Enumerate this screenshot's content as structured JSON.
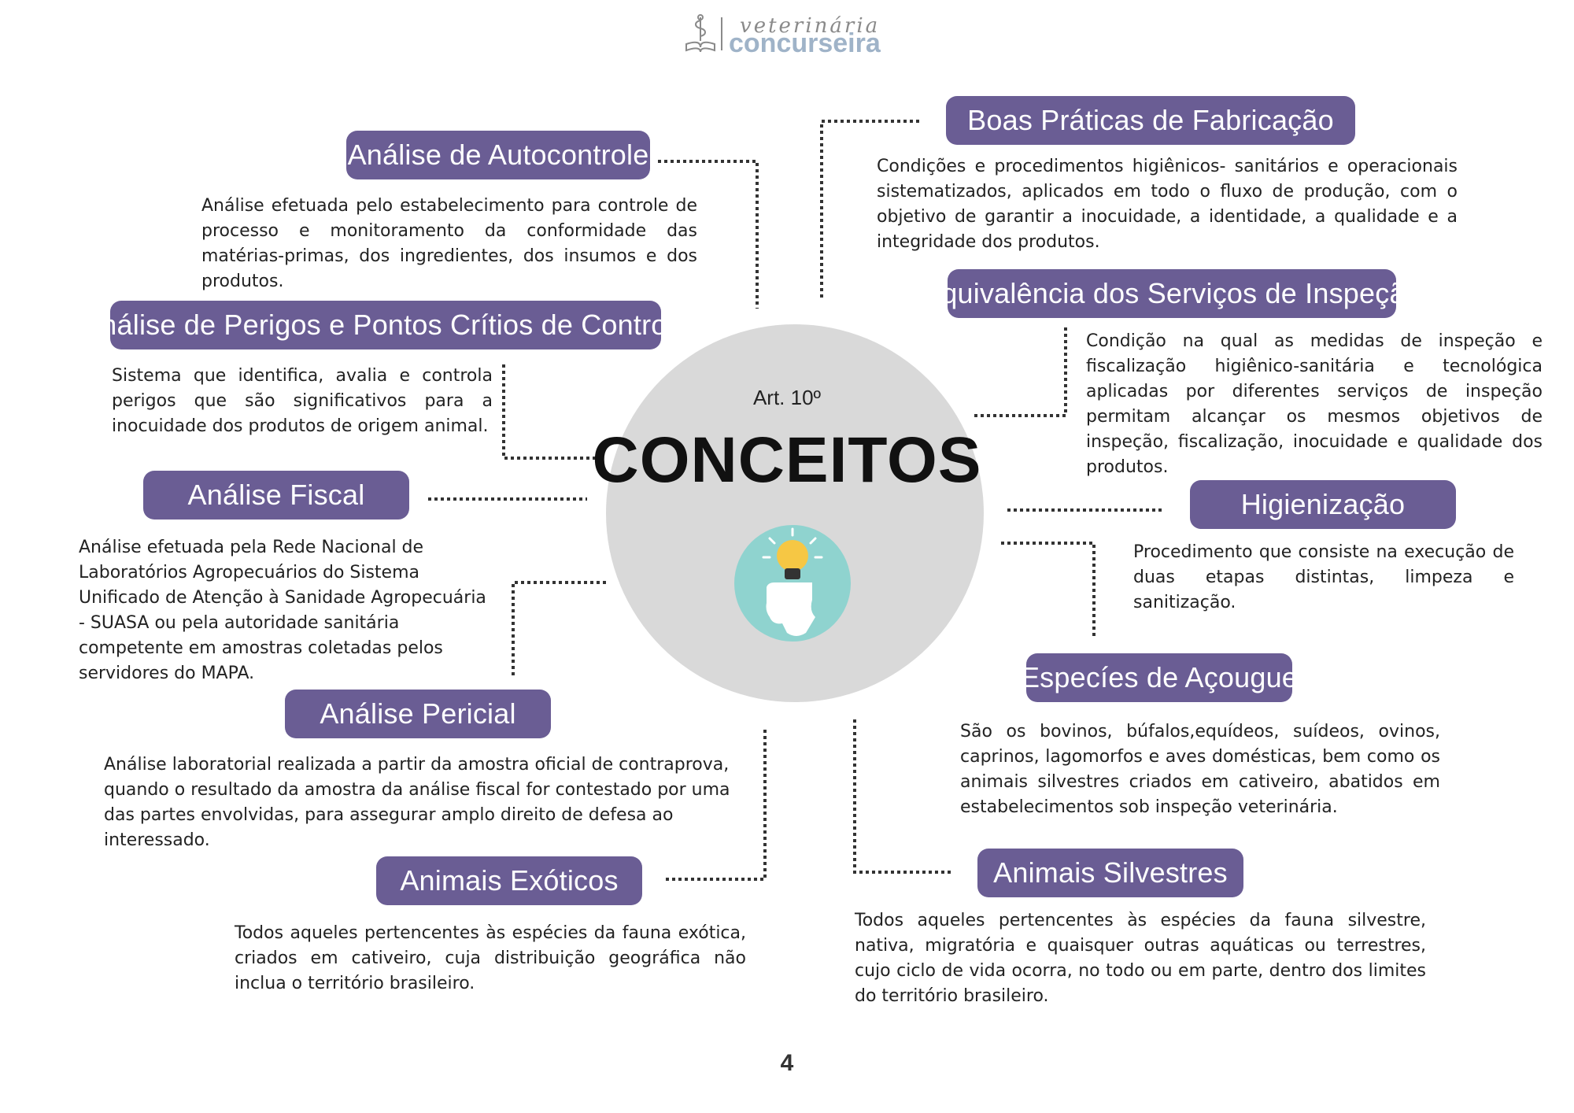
{
  "logo": {
    "line1": "veterinária",
    "line2": "concurseira"
  },
  "center": {
    "article": "Art. 10º",
    "title": "CONCEITOS"
  },
  "page_number": "4",
  "colors": {
    "pill": "#6a5d94",
    "circle": "#d9d9d9",
    "icon_bg": "#8fd3cf",
    "bulb": "#f6c744"
  },
  "concepts": {
    "autocontrole": {
      "title": "Análise de Autocontrole",
      "text": "Análise efetuada pelo estabelecimento para controle de processo e monitoramento da conformidade das matérias-primas, dos ingredientes, dos insumos e dos produtos."
    },
    "appcc": {
      "title": "Análise de Perigos e Pontos Crítios de Controle",
      "text": "Sistema que identifica, avalia e controla perigos que são significativos para a inocuidade dos produtos de origem animal."
    },
    "fiscal": {
      "title": "Análise Fiscal",
      "text": "Análise efetuada pela Rede Nacional de Laboratórios Agropecuários do Sistema Unificado de Atenção à Sanidade Agropecuária - SUASA ou pela autoridade sanitária competente em amostras coletadas pelos servidores do MAPA."
    },
    "pericial": {
      "title": "Análise Pericial",
      "text": "Análise laboratorial realizada a partir da amostra oficial de contraprova, quando o resultado da amostra da análise fiscal for contestado por uma das partes envolvidas, para assegurar amplo direito de defesa ao interessado."
    },
    "exoticos": {
      "title": "Animais Exóticos",
      "text": "Todos aqueles pertencentes às espécies da fauna exótica, criados em cativeiro, cuja distribuição geográfica não inclua o território brasileiro."
    },
    "bpf": {
      "title": "Boas Práticas de Fabricação",
      "text": "Condições e procedimentos higiênicos- sanitários e operacionais sistematizados, aplicados em todo o fluxo de produção, com o objetivo de garantir a inocuidade, a identidade, a qualidade e a integridade dos produtos."
    },
    "equivalencia": {
      "title": "Equivalência dos Serviços de Inspeção",
      "text": "Condição na qual as medidas de inspeção e fiscalização higiênico-sanitária e tecnológica aplicadas por diferentes serviços de inspeção permitam alcançar os mesmos objetivos de inspeção, fiscalização, inocuidade e qualidade dos produtos."
    },
    "higienizacao": {
      "title": "Higienização",
      "text": "Procedimento que consiste na execução de duas etapas distintas, limpeza e sanitização."
    },
    "acougue": {
      "title": "Especíes de Açougue",
      "text": "São os bovinos, búfalos,equídeos, suídeos, ovinos, caprinos, lagomorfos e aves domésticas, bem como os animais silvestres criados em cativeiro, abatidos em estabelecimentos sob inspeção veterinária."
    },
    "silvestres": {
      "title": "Animais Silvestres",
      "text": "Todos aqueles pertencentes às espécies da fauna silvestre, nativa, migratória e quaisquer outras aquáticas ou terrestres, cujo ciclo de vida ocorra, no todo ou em parte, dentro dos limites do território brasileiro."
    }
  }
}
